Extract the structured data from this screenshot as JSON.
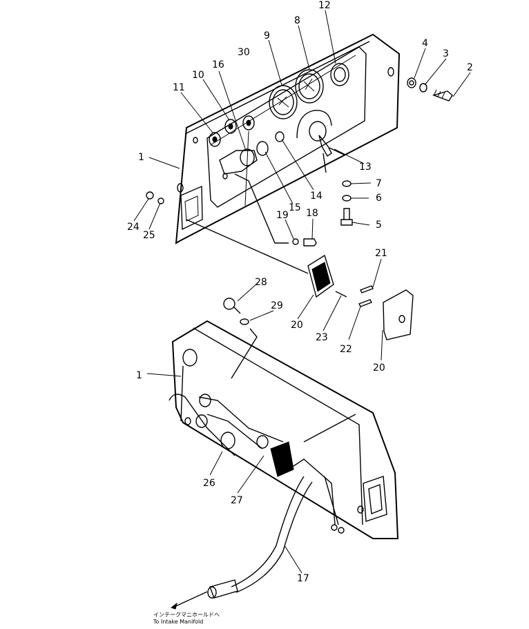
{
  "diagram": {
    "callouts": [
      {
        "id": "c1a",
        "text": "1"
      },
      {
        "id": "c2",
        "text": "2"
      },
      {
        "id": "c3",
        "text": "3"
      },
      {
        "id": "c4",
        "text": "4"
      },
      {
        "id": "c5",
        "text": "5"
      },
      {
        "id": "c6",
        "text": "6"
      },
      {
        "id": "c7",
        "text": "7"
      },
      {
        "id": "c8",
        "text": "8"
      },
      {
        "id": "c9",
        "text": "9"
      },
      {
        "id": "c10",
        "text": "10"
      },
      {
        "id": "c11",
        "text": "11"
      },
      {
        "id": "c12",
        "text": "12"
      },
      {
        "id": "c13",
        "text": "13"
      },
      {
        "id": "c14",
        "text": "14"
      },
      {
        "id": "c15",
        "text": "15"
      },
      {
        "id": "c16",
        "text": "16"
      },
      {
        "id": "c18",
        "text": "18"
      },
      {
        "id": "c19",
        "text": "19"
      },
      {
        "id": "c20a",
        "text": "20"
      },
      {
        "id": "c20b",
        "text": "20"
      },
      {
        "id": "c21",
        "text": "21"
      },
      {
        "id": "c22",
        "text": "22"
      },
      {
        "id": "c23",
        "text": "23"
      },
      {
        "id": "c24",
        "text": "24"
      },
      {
        "id": "c25",
        "text": "25"
      },
      {
        "id": "c26",
        "text": "26"
      },
      {
        "id": "c27",
        "text": "27"
      },
      {
        "id": "c28",
        "text": "28"
      },
      {
        "id": "c29",
        "text": "29"
      },
      {
        "id": "c30",
        "text": "30"
      },
      {
        "id": "c1b",
        "text": "1"
      },
      {
        "id": "c17",
        "text": "17"
      }
    ],
    "note_jp": "インテークマニホールドヘ",
    "note_en": "To Intake Manifold"
  }
}
